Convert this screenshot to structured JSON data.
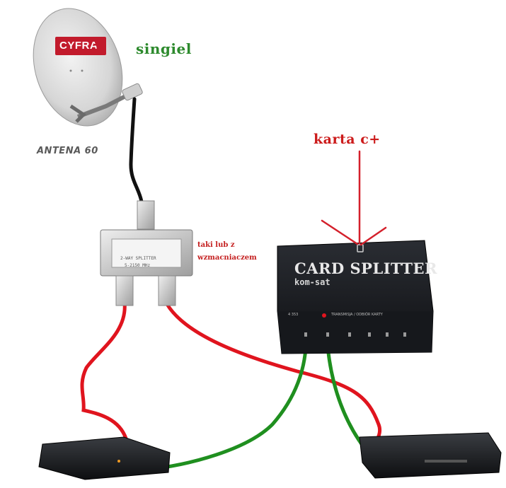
{
  "labels": {
    "singiel": "singiel",
    "antenna_model": "ANTENA 60",
    "card_caption": "karta c+",
    "splitter_note_line1": "taki lub z",
    "splitter_note_line2": "wzmacniaczem"
  },
  "dish": {
    "logo_text": "CYFRA",
    "logo_plus": "+"
  },
  "card_splitter": {
    "title": "CARD SPLITTER",
    "subtitle": "kom-sat",
    "model": "4 353",
    "status_text": "TRANSMISJA / ODBIÓR KARTY"
  },
  "tv_splitter": {
    "line1": "2-WAY SPLITTER",
    "line2": "5-2150 MHz"
  },
  "colors": {
    "coax_red": "#e0141e",
    "cable_green": "#1f8f1f",
    "cable_black": "#111111",
    "arrow_red": "#d4202b",
    "card_splitter_body": "#1d1f24",
    "dish": "#d9d9d9",
    "cyfra_red": "#c21b2c"
  }
}
